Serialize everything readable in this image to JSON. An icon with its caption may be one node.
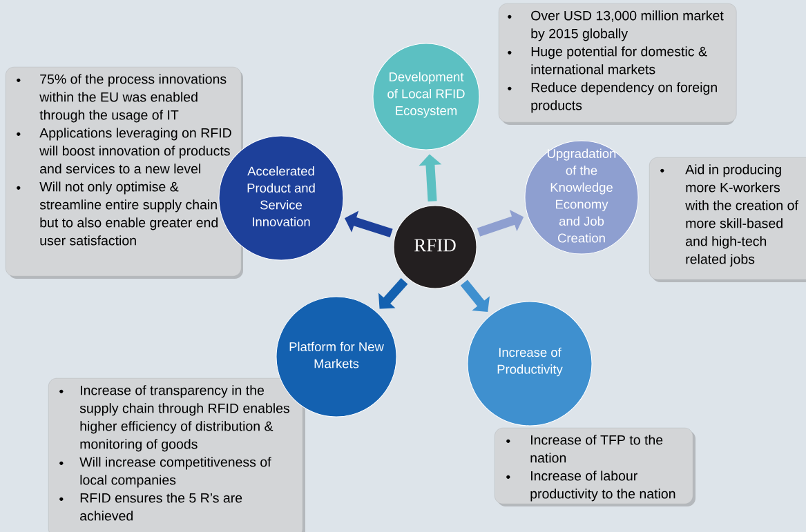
{
  "diagram": {
    "nodes": [
      {
        "text": [
          "RFID"
        ]
      },
      {
        "text": [
          "Development of Local RFID Ecosystem"
        ]
      },
      {
        "text": [
          "Over USD 13,000 million market by 2015 globally",
          "Huge potential for domestic & international markets",
          "Reduce dependency on foreign products"
        ]
      },
      {
        "text": [
          "Upgradation of the Knowledge Economy and Job Creation"
        ]
      },
      {
        "text": [
          "Aid in producing more K-workers with the creation of more skill-based and high-tech related jobs"
        ]
      },
      {
        "text": [
          "Increase of Productivity"
        ]
      },
      {
        "text": [
          "Increase of TFP to the nation",
          "Increase of labour productivity to the nation"
        ]
      },
      {
        "text": [
          "Platform for New Markets"
        ]
      },
      {
        "text": [
          "Increase of transparency in the supply chain through RFID enables higher efficiency of distribution & monitoring of goods",
          "Will increase competitiveness of local companies",
          "RFID ensures the 5 R’s are achieved"
        ]
      },
      {
        "text": [
          "Accelerated Product and Service Innovation"
        ]
      },
      {
        "text": [
          "75% of the process innovations within the EU was enabled through the usage of IT",
          "Applications leveraging on RFID will boost innovation of products and services to a new level",
          "Will not only optimise & streamline entire supply chain but to also enable greater end user satisfaction"
        ]
      }
    ],
    "edges": [
      {
        "from": 0,
        "to": 1,
        "arrow": "to",
        "color": "#5cc0c2"
      },
      {
        "from": 0,
        "to": 3,
        "arrow": "to",
        "color": "#8e9fd0"
      },
      {
        "from": 0,
        "to": 5,
        "arrow": "to",
        "color": "#3f90cf"
      },
      {
        "from": 0,
        "to": 7,
        "arrow": "to",
        "color": "#1461b0"
      },
      {
        "from": 0,
        "to": 9,
        "arrow": "to",
        "color": "#1d409a"
      }
    ]
  }
}
